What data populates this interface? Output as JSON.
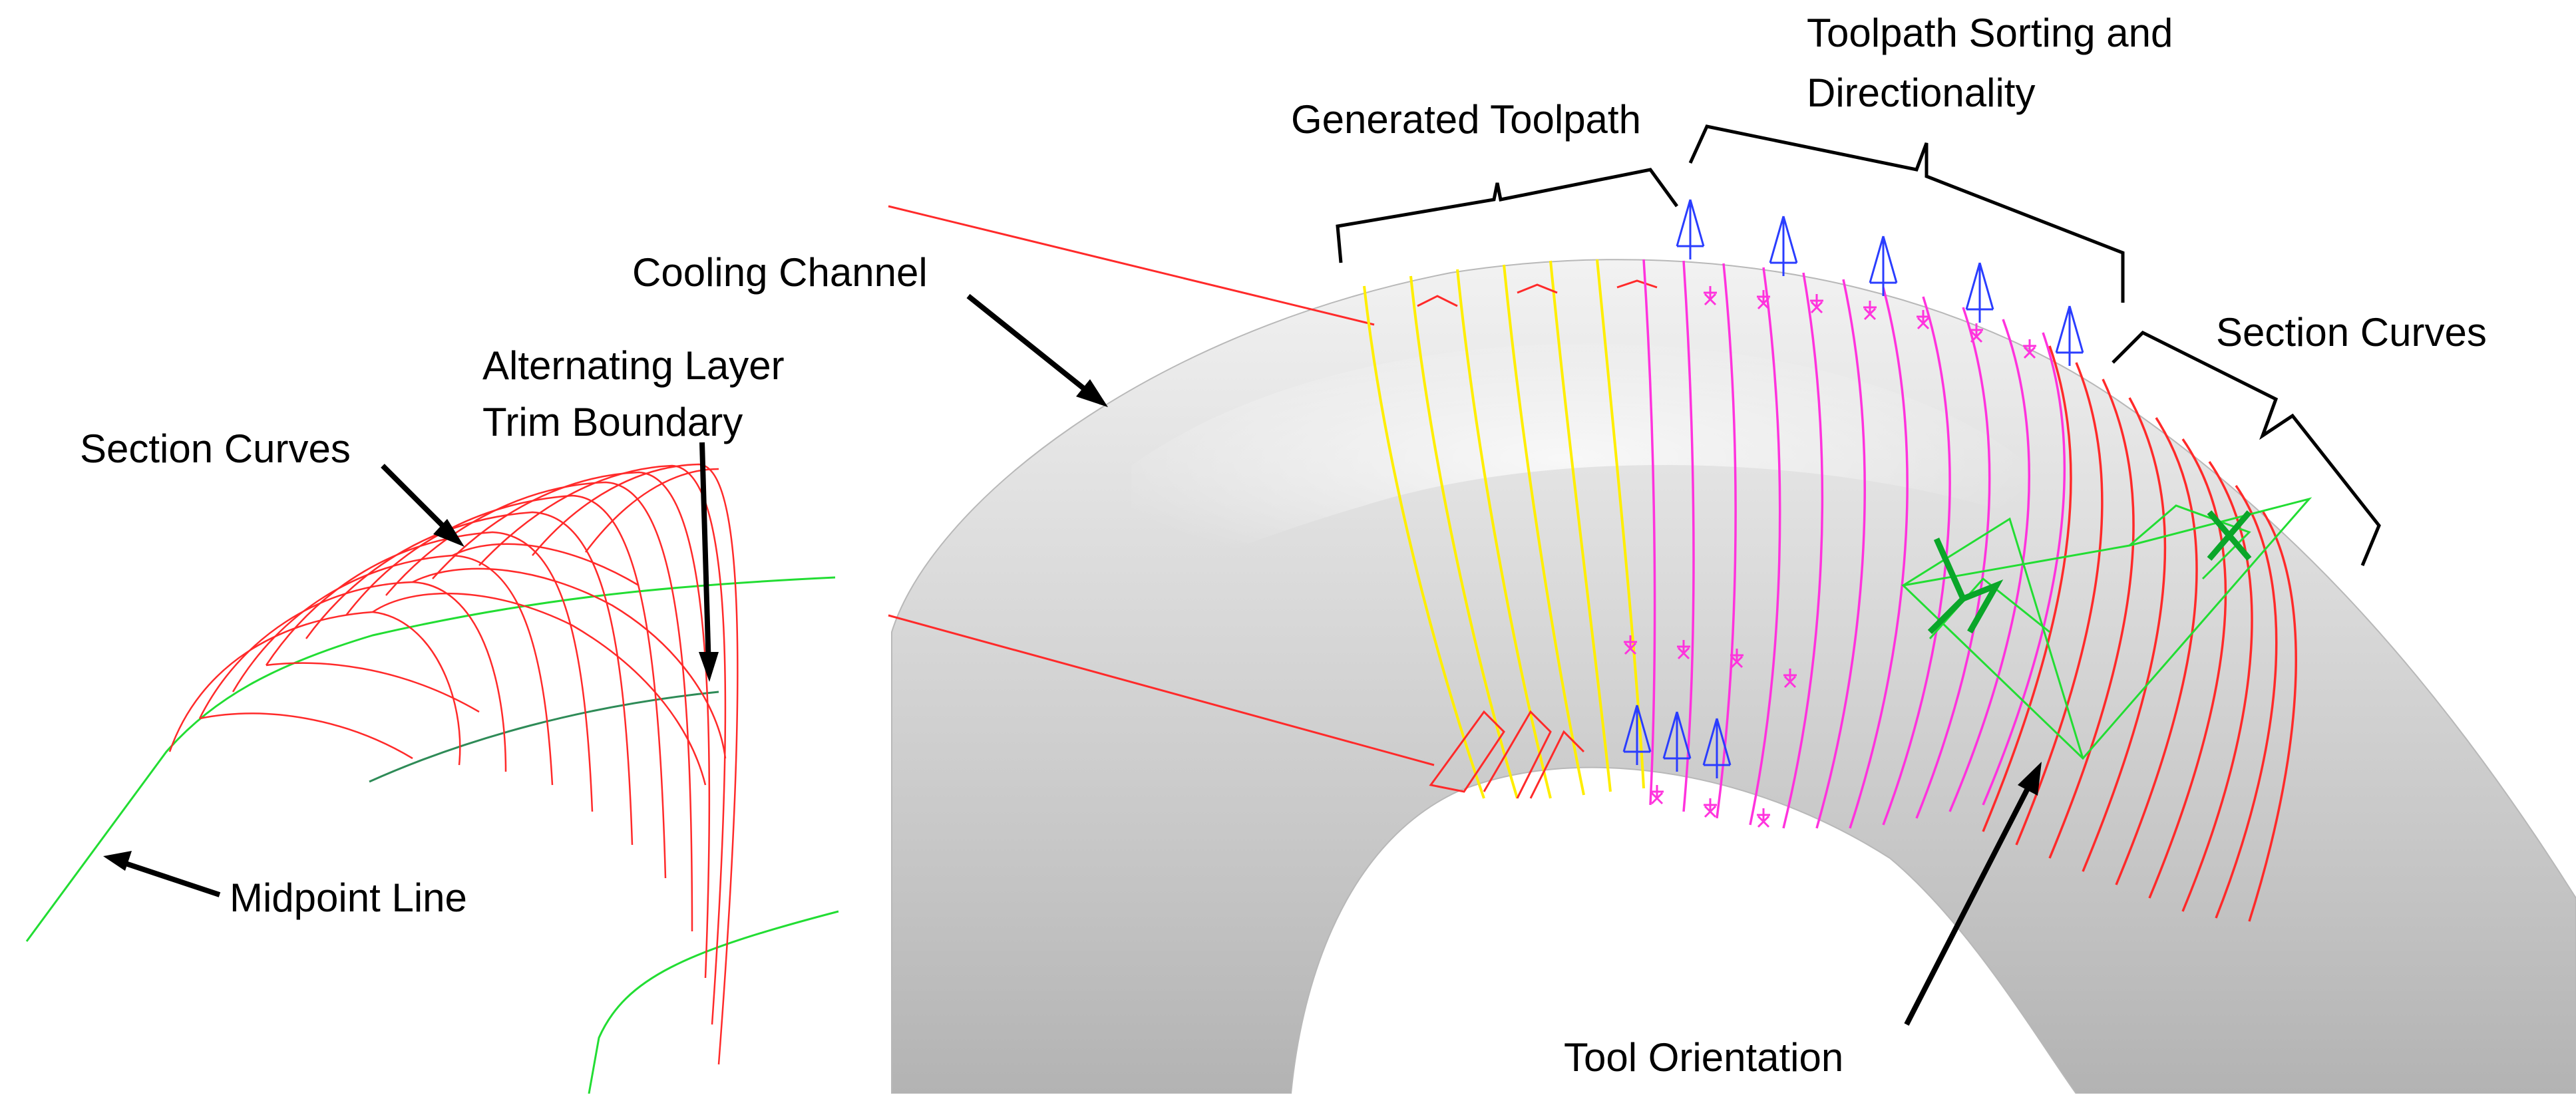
{
  "labels": {
    "section_curves_left": "Section Curves",
    "trim_boundary_line1": "Alternating Layer",
    "trim_boundary_line2": "Trim Boundary",
    "midpoint_line": "Midpoint Line",
    "cooling_channel": "Cooling Channel",
    "generated_toolpath": "Generated Toolpath",
    "sorting_line1": "Toolpath Sorting and",
    "sorting_line2": "Directionality",
    "section_curves_right": "Section Curves",
    "tool_orientation": "Tool Orientation"
  },
  "colors": {
    "section_curve": "#ff2a2a",
    "midpoint_line": "#22dd33",
    "trim_boundary": "#2e8b57",
    "generated_toolpath": "#ffee00",
    "sorted_toolpath": "#ff33dd",
    "direction_arrow": "#2a3dff",
    "tool_orientation": "#22dd33",
    "channel_surface": "#cfcfcf"
  }
}
